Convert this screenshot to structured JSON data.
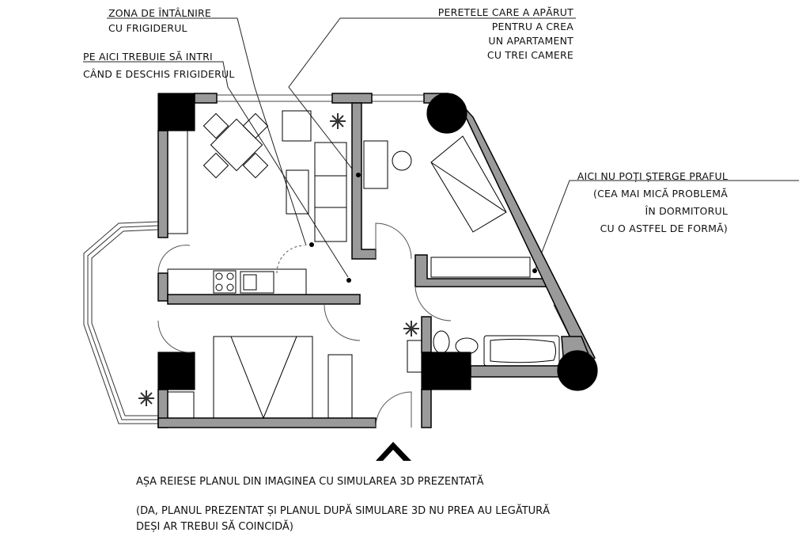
{
  "annotations": {
    "fridge_zone": [
      "ZONA DE ÎNTÂLNIRE",
      "CU FRIGIDERUL"
    ],
    "entry_path": [
      "PE AICI TREBUIE SĂ INTRI",
      "CÂND E DESCHIS FRIGIDERUL"
    ],
    "new_wall": [
      "PERETELE CARE A APĂRUT",
      "PENTRU A CREA",
      "UN APARTAMENT",
      "CU TREI CAMERE"
    ],
    "dust": [
      "AICI NU POȚI ȘTERGE PRAFUL",
      "(CEA MAI MICĂ PROBLEMĂ",
      "ÎN DORMITORUL",
      "CU O ASTFEL DE FORMĂ)"
    ]
  },
  "footer": {
    "line1": "AȘA REIESE PLANUL DIN IMAGINEA CU SIMULAREA 3D PREZENTATĂ",
    "line2": "(DA, PLANUL PREZENTAT ȘI PLANUL DUPĂ SIMULARE 3D NU PREA AU LEGĂTURĂ",
    "line3": "DEȘI AR TREBUI SĂ COINCIDĂ)"
  },
  "colors": {
    "wall_fill": "#9a9a9a",
    "outline": "#000000"
  }
}
